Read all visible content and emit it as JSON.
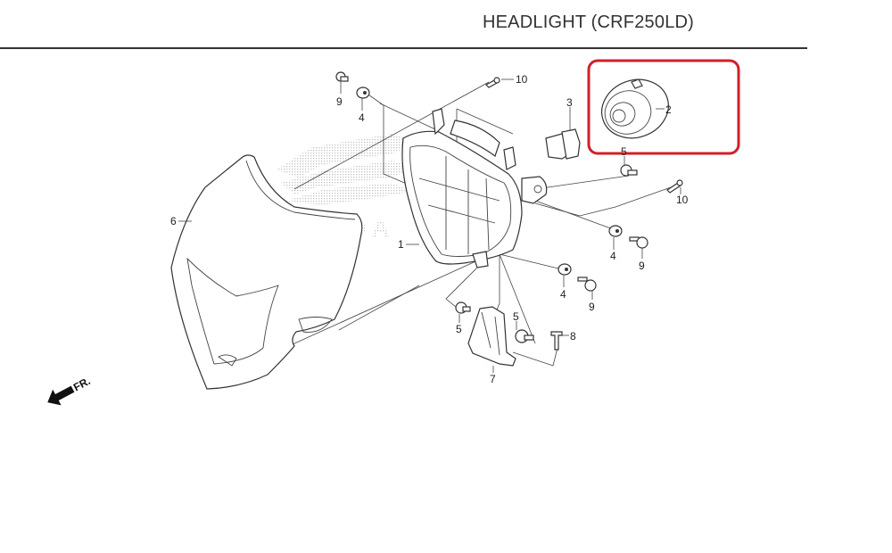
{
  "header": {
    "title": "HEADLIGHT (CRF250LD)"
  },
  "diagram": {
    "watermark": "HONDA",
    "direction_label": "FR.",
    "highlight": {
      "part": "2",
      "color": "#d0202a"
    },
    "callouts": [
      {
        "id": "c1",
        "label": "1",
        "part": "headlight unit"
      },
      {
        "id": "c2",
        "label": "2",
        "part": "headlight bulb cover"
      },
      {
        "id": "c3",
        "label": "3",
        "part": "headlight bulb"
      },
      {
        "id": "c4a",
        "label": "4",
        "part": "grommet"
      },
      {
        "id": "c4b",
        "label": "4",
        "part": "grommet"
      },
      {
        "id": "c4c",
        "label": "4",
        "part": "grommet"
      },
      {
        "id": "c5a",
        "label": "5",
        "part": "collar"
      },
      {
        "id": "c5b",
        "label": "5",
        "part": "collar"
      },
      {
        "id": "c5c",
        "label": "5",
        "part": "collar"
      },
      {
        "id": "c6",
        "label": "6",
        "part": "headlight visor"
      },
      {
        "id": "c7",
        "label": "7",
        "part": "stay"
      },
      {
        "id": "c8",
        "label": "8",
        "part": "bolt"
      },
      {
        "id": "c9a",
        "label": "9",
        "part": "bolt"
      },
      {
        "id": "c9b",
        "label": "9",
        "part": "bolt"
      },
      {
        "id": "c9c",
        "label": "9",
        "part": "bolt"
      },
      {
        "id": "c10a",
        "label": "10",
        "part": "screw"
      },
      {
        "id": "c10b",
        "label": "10",
        "part": "screw"
      }
    ]
  }
}
